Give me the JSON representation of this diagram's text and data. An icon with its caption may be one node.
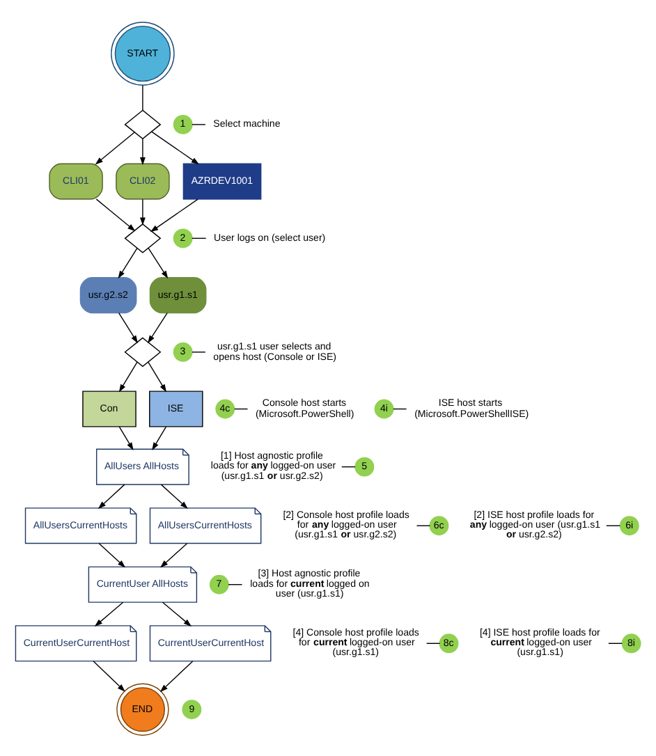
{
  "diagram": {
    "nodes": [
      {
        "text": [
          "START"
        ]
      },
      {
        "text": [],
        "shape": "diamond"
      },
      {
        "text": [
          "1"
        ]
      },
      {
        "text": [
          "Select machine"
        ]
      },
      {
        "text": [
          "CLI01"
        ]
      },
      {
        "text": [
          "CLI02"
        ]
      },
      {
        "text": [
          "AZRDEV1001"
        ]
      },
      {
        "text": [],
        "shape": "diamond"
      },
      {
        "text": [
          "2"
        ]
      },
      {
        "text": [
          "User logs on (select user)"
        ]
      },
      {
        "text": [
          "usr.g2.s2"
        ]
      },
      {
        "text": [
          "usr.g1.s1"
        ]
      },
      {
        "text": [],
        "shape": "diamond"
      },
      {
        "text": [
          "3"
        ]
      },
      {
        "text": [
          "usr.g1.s1 user selects and opens host (Console or ISE)"
        ]
      },
      {
        "text": [
          "[1] Host agnostic profile loads for **any** logged-on user (usr.g1.s1 **or** usr.g2.s2)"
        ]
      },
      {
        "text": [
          "Con"
        ]
      },
      {
        "text": [
          "4c"
        ]
      },
      {
        "text": [
          "Console host starts (Microsoft.PowerShell)"
        ]
      },
      {
        "text": [
          "ISE"
        ]
      },
      {
        "text": [
          "4i"
        ]
      },
      {
        "text": [
          "ISE host starts (Microsoft.PowerShellISE)"
        ]
      },
      {
        "text": [
          "AllUsers AllHosts"
        ]
      },
      {
        "text": [
          "5"
        ]
      },
      {
        "text": [
          "[2] Console host profile loads for **any** logged-on user (usr.g1.s1 **or** usr.g2.s2)"
        ]
      },
      {
        "text": [
          "6c"
        ]
      },
      {
        "text": [
          "AllUsersCurrentHosts"
        ]
      },
      {
        "text": [
          "[2] ISE host profile loads for **any** logged-on user (usr.g1.s1 **or** usr.g2.s2)"
        ]
      },
      {
        "text": [
          "6i"
        ]
      },
      {
        "text": [
          "AllUsersCurrentHosts"
        ]
      },
      {
        "text": [
          "7"
        ]
      },
      {
        "text": [
          "[3] Host agnostic profile loads for **current** logged on user (usr.g1.s1)"
        ]
      },
      {
        "text": [
          "CurrentUser AllHosts"
        ]
      },
      {
        "text": [
          "[4] Console host profile loads for **current** logged-on user (usr.g1.s1)"
        ]
      },
      {
        "text": [
          "8c"
        ]
      },
      {
        "text": [
          "CurrentUserCurrentHost"
        ]
      },
      {
        "text": [
          "[4] ISE host profile loads for **current** logged-on user (usr.g1.s1)"
        ]
      },
      {
        "text": [
          "8i"
        ]
      },
      {
        "text": [
          "CurrentUserCurrentHost"
        ]
      },
      {
        "text": [
          "9"
        ]
      },
      {
        "text": [
          "END"
        ]
      }
    ],
    "edges": [
      {
        "from": 0,
        "to": 1,
        "arrow": "none"
      },
      {
        "from": 1,
        "to": 4,
        "arrow": "to"
      },
      {
        "from": 1,
        "to": 5,
        "arrow": "to"
      },
      {
        "from": 1,
        "to": 6,
        "arrow": "to"
      },
      {
        "from": 4,
        "to": 7,
        "arrow": "to"
      },
      {
        "from": 5,
        "to": 7,
        "arrow": "to"
      },
      {
        "from": 6,
        "to": 7,
        "arrow": "to"
      },
      {
        "from": 7,
        "to": 10,
        "arrow": "to"
      },
      {
        "from": 7,
        "to": 11,
        "arrow": "to"
      },
      {
        "from": 10,
        "to": 12,
        "arrow": "to"
      },
      {
        "from": 11,
        "to": 12,
        "arrow": "to"
      },
      {
        "from": 12,
        "to": 16,
        "arrow": "to"
      },
      {
        "from": 12,
        "to": 19,
        "arrow": "to"
      },
      {
        "from": 16,
        "to": 22,
        "arrow": "to"
      },
      {
        "from": 19,
        "to": 22,
        "arrow": "to"
      },
      {
        "from": 22,
        "to": 26,
        "arrow": "to"
      },
      {
        "from": 22,
        "to": 29,
        "arrow": "to"
      },
      {
        "from": 26,
        "to": 32,
        "arrow": "to"
      },
      {
        "from": 29,
        "to": 32,
        "arrow": "to"
      },
      {
        "from": 32,
        "to": 35,
        "arrow": "to"
      },
      {
        "from": 32,
        "to": 38,
        "arrow": "to"
      },
      {
        "from": 35,
        "to": 40,
        "arrow": "to"
      },
      {
        "from": 38,
        "to": 40,
        "arrow": "to"
      },
      {
        "from": 2,
        "to": 3,
        "arrow": "none"
      },
      {
        "from": 8,
        "to": 9,
        "arrow": "none"
      },
      {
        "from": 13,
        "to": 14,
        "arrow": "none"
      },
      {
        "from": 15,
        "to": 23,
        "arrow": "none"
      },
      {
        "from": 17,
        "to": 18,
        "arrow": "none"
      },
      {
        "from": 20,
        "to": 21,
        "arrow": "none"
      },
      {
        "from": 25,
        "to": 24,
        "arrow": "none"
      },
      {
        "from": 28,
        "to": 27,
        "arrow": "none"
      },
      {
        "from": 30,
        "to": 31,
        "arrow": "none"
      },
      {
        "from": 34,
        "to": 33,
        "arrow": "none"
      },
      {
        "from": 37,
        "to": 36,
        "arrow": "none"
      }
    ]
  }
}
